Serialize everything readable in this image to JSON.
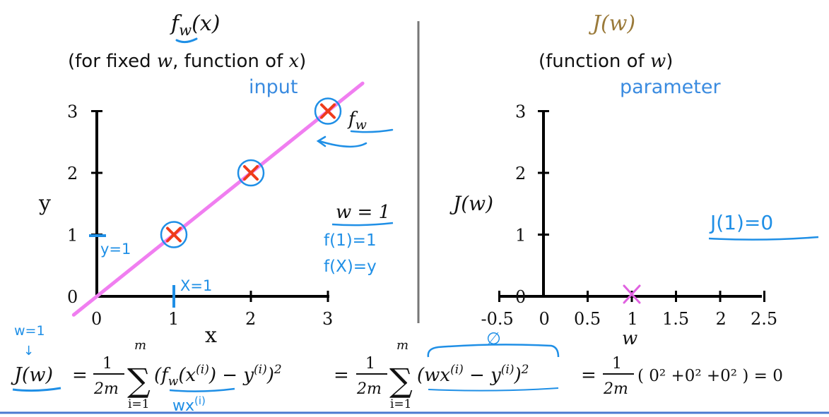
{
  "left_panel": {
    "title": "f_w(x)",
    "title_f": "f",
    "title_sub": "w",
    "title_arg": "(x)",
    "subtitle": "(for fixed w, function of x)",
    "subtitle_pre": "(for fixed ",
    "subtitle_w": "w",
    "subtitle_mid": ", function of ",
    "subtitle_x": "x",
    "subtitle_post": ")",
    "note": "input",
    "fw_f": "f",
    "fw_sub": "w",
    "w_label": "w = 1",
    "annot_f1": "f(1)=1",
    "annot_fx": "f(X)=y",
    "annot_y1": "y=1",
    "annot_x1": "X=1"
  },
  "right_panel": {
    "title": "J(w)",
    "subtitle": "(function of w)",
    "subtitle_pre": "(function of ",
    "subtitle_w": "w",
    "subtitle_post": ")",
    "note": "parameter",
    "ylabel": "J(w)",
    "result": "J(1)=0"
  },
  "formula": {
    "w_eq_1": "w=1",
    "arrow": "↓",
    "lhs": "J(w)",
    "eq": "=",
    "frac_num": "1",
    "frac_den": "2m",
    "sum_top": "m",
    "sum_bot": "i=1",
    "sigma": "∑",
    "term1": "(f_w(x^(i)) − y^(i))²",
    "term1_under": "wx^(i)",
    "term2": "(wx^(i) − y^(i))²",
    "term2_over": "∅",
    "rhs_tail": "( 0² +0² +0² ) = 0",
    "rhs": "= 1/2m ( 0² +0² +0² ) = 0"
  },
  "chart_data": [
    {
      "type": "line",
      "title": "f_w(x)",
      "xlabel": "x",
      "ylabel": "y",
      "xlim": [
        0,
        3
      ],
      "ylim": [
        0,
        3
      ],
      "x_ticks": [
        "0",
        "1",
        "2",
        "3"
      ],
      "y_ticks": [
        "0",
        "1",
        "2",
        "3"
      ],
      "series": [
        {
          "values": [
            {
              "x": 0,
              "y": 0
            },
            {
              "x": 3,
              "y": 3
            }
          ]
        }
      ],
      "points": [
        {
          "x": 1,
          "y": 1
        },
        {
          "x": 2,
          "y": 2
        },
        {
          "x": 3,
          "y": 3
        }
      ],
      "colors": {
        "line": "#f07ef0",
        "points": "#ef3b1a",
        "annotation": "#1f8fe6"
      }
    },
    {
      "type": "scatter",
      "title": "J(w)",
      "xlabel": "w",
      "ylabel": "J(w)",
      "xlim": [
        -0.5,
        2.5
      ],
      "ylim": [
        0,
        3
      ],
      "x_ticks": [
        "-0.5",
        "0",
        "0.5",
        "1",
        "1.5",
        "2",
        "2.5"
      ],
      "y_ticks": [
        "0",
        "1",
        "2",
        "3"
      ],
      "points": [
        {
          "x": 1,
          "y": 0
        }
      ],
      "colors": {
        "points": "#e061e0"
      }
    }
  ]
}
